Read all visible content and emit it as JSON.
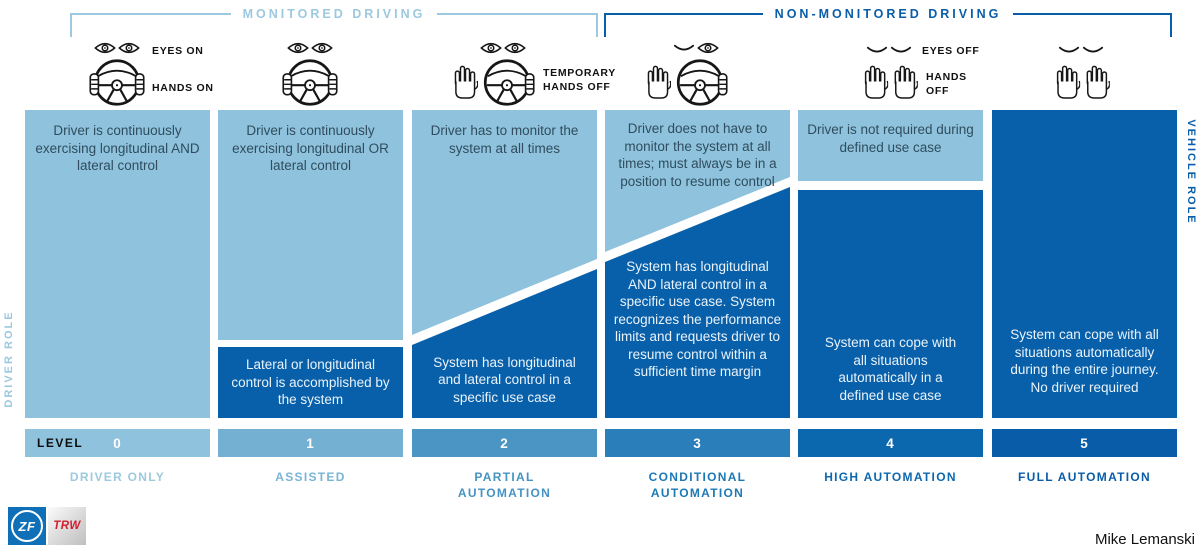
{
  "header": {
    "monitored_label": "MONITORED DRIVING",
    "non_monitored_label": "NON-MONITORED DRIVING",
    "eyes_on": "EYES ON",
    "hands_on": "HANDS ON",
    "temporary_hands_off": "TEMPORARY HANDS OFF",
    "eyes_off": "EYES OFF",
    "hands_off": "HANDS OFF"
  },
  "side_labels": {
    "left": "DRIVER ROLE",
    "right": "VEHICLE ROLE"
  },
  "level_label": "LEVEL",
  "columns": [
    {
      "level": "0",
      "name": "DRIVER ONLY",
      "driver_text": "Driver is continuously exercising longitudinal AND lateral control",
      "system_text": ""
    },
    {
      "level": "1",
      "name": "ASSISTED",
      "driver_text": "Driver is continuously exercising longitudinal OR lateral control",
      "system_text": "Lateral or longitudinal control is accomplished by the system"
    },
    {
      "level": "2",
      "name": "PARTIAL AUTOMATION",
      "driver_text": "Driver has to monitor the system at all times",
      "system_text": "System has longitudinal and lateral control in a specific use case"
    },
    {
      "level": "3",
      "name": "CONDITIONAL AUTOMATION",
      "driver_text": "Driver does not have to monitor the system at all times; must always be in a position to resume control",
      "system_text": "System has longitudinal AND lateral control in a specific use case. System recognizes the performance limits and requests driver to resume control within a sufficient time margin"
    },
    {
      "level": "4",
      "name": "HIGH AUTOMATION",
      "driver_text": "Driver is not required during defined use case",
      "system_text": "System can cope with all situations automatically in a defined use case"
    },
    {
      "level": "5",
      "name": "FULL AUTOMATION",
      "driver_text": "",
      "system_text": "System can cope with all situations automatically during the entire journey. No driver required"
    }
  ],
  "footer": {
    "logo_zf": "ZF",
    "logo_trw": "TRW",
    "credit": "Mike Lemanski"
  },
  "colors": {
    "box_light_blue": "#8FC2DC",
    "box_dark_blue": "#0960AA",
    "monitored_accent": "#9CC9E0",
    "non_monitored_accent": "#0A5EA9",
    "level_bar": [
      "#8FC2DC",
      "#74B0D2",
      "#4A95C4",
      "#2A7FBB",
      "#0C68AE",
      "#095DA8"
    ],
    "label_text": [
      "#9CCADF",
      "#7AB4D5",
      "#4493C3",
      "#1D78B6",
      "#0D68AF",
      "#095DA8"
    ],
    "zf_logo_blue": "#0F6FB7",
    "trw_logo_red": "#D11F2F"
  }
}
